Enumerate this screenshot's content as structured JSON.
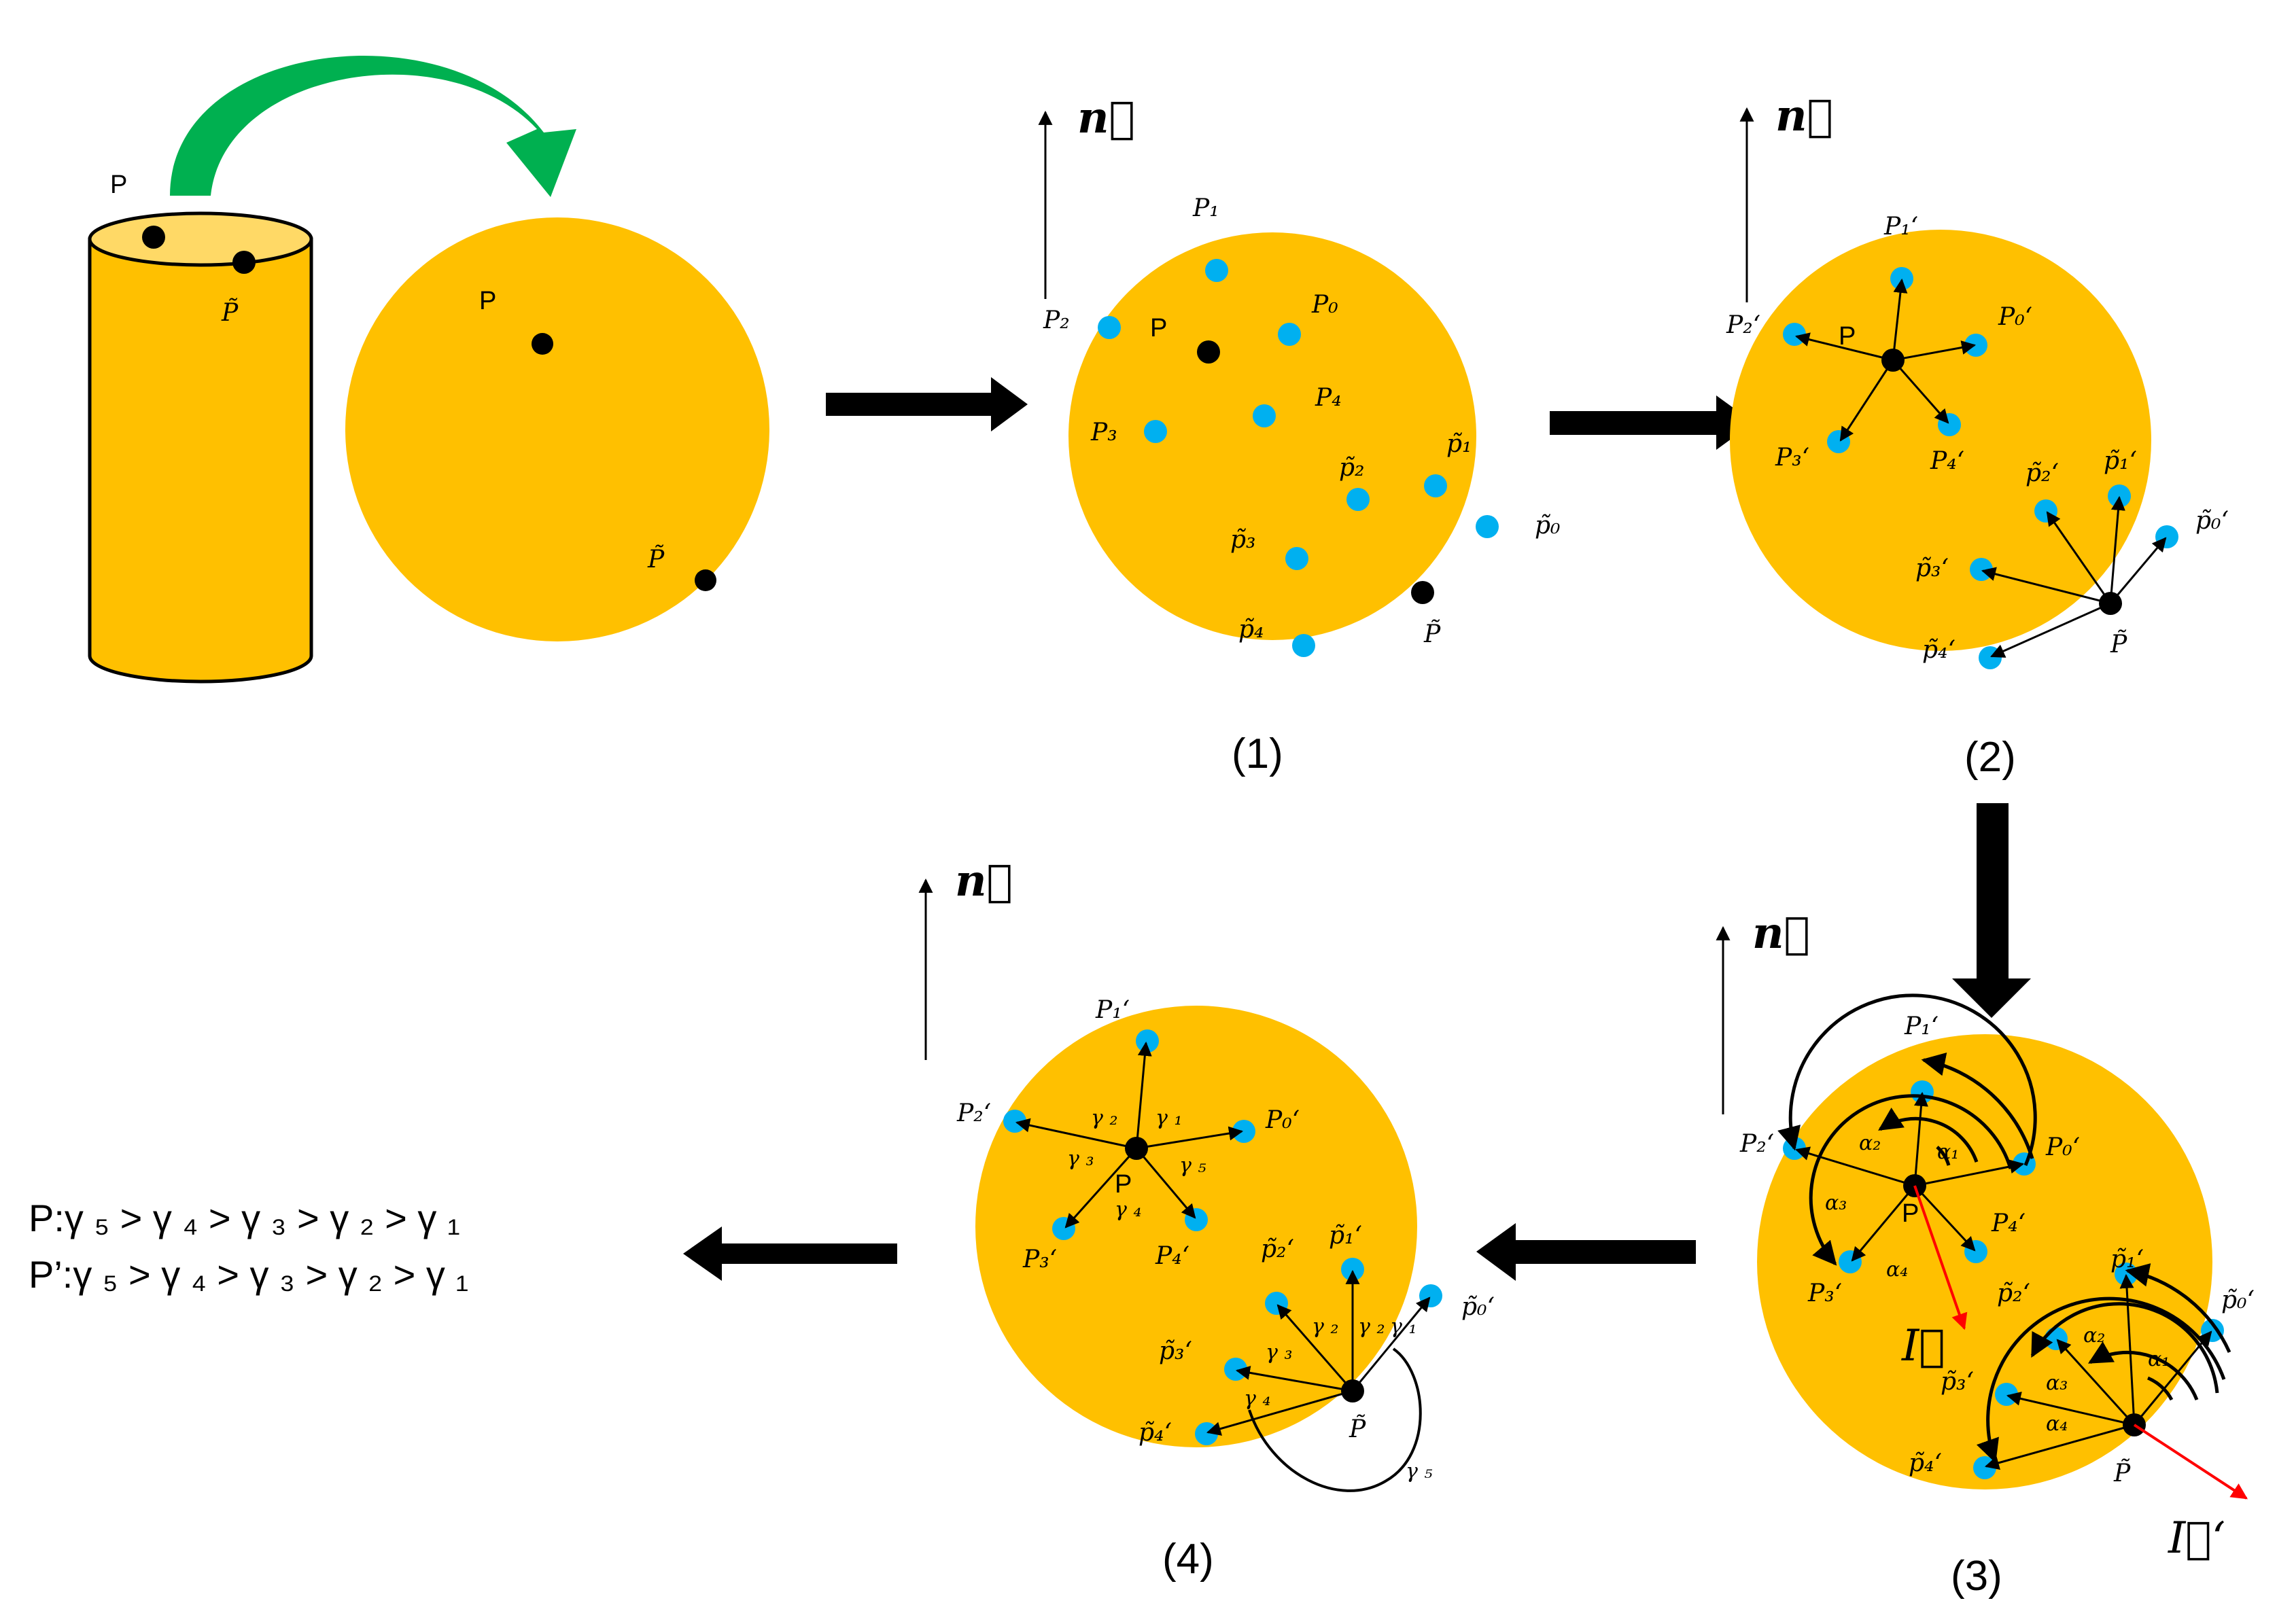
{
  "colors": {
    "disk": "#FFC000",
    "feature_point": "#00B0F0",
    "keypoint": "#000000",
    "curved_arrow": "#00B050",
    "vector_I": "#FF0000"
  },
  "cylinder": {
    "p_label": "P",
    "pt_label": "P̃"
  },
  "flat_disk": {
    "p_label": "P",
    "pt_label": "P̃"
  },
  "normal_label": "n⃗",
  "panel1": {
    "caption": "(1)",
    "p_label": "P",
    "pt_label": "P̃",
    "labels": {
      "p0": "P₀",
      "p1": "P₁",
      "p2": "P₂",
      "p3": "P₃",
      "p4": "P₄",
      "q0": "p̃₀",
      "q1": "p̃₁",
      "q2": "p̃₂",
      "q3": "p̃₃",
      "q4": "p̃₄"
    }
  },
  "panel2": {
    "caption": "(2)",
    "p_label": "P",
    "pt_label": "P̃",
    "labels": {
      "p0": "P₀‘",
      "p1": "P₁‘",
      "p2": "P₂‘",
      "p3": "P₃‘",
      "p4": "P₄‘",
      "q0": "p̃₀‘",
      "q1": "p̃₁‘",
      "q2": "p̃₂‘",
      "q3": "p̃₃‘",
      "q4": "p̃₄‘"
    }
  },
  "panel3": {
    "caption": "(3)",
    "p_label": "P",
    "pt_label": "P̃",
    "vector_I": "I⃗",
    "vector_I2": "I⃗‘",
    "labels": {
      "p0": "P₀‘",
      "p1": "P₁‘",
      "p2": "P₂‘",
      "p3": "P₃‘",
      "p4": "P₄‘",
      "q0": "p̃₀‘",
      "q1": "p̃₁‘",
      "q2": "p̃₂‘",
      "q3": "p̃₃‘",
      "q4": "p̃₄‘"
    },
    "alphas": {
      "a1": "α₁",
      "a2": "α₂",
      "a3": "α₃",
      "a4": "α₄"
    }
  },
  "panel4": {
    "caption": "(4)",
    "p_label": "P",
    "pt_label": "P̃",
    "labels": {
      "p0": "P₀‘",
      "p1": "P₁‘",
      "p2": "P₂‘",
      "p3": "P₃‘",
      "p4": "P₄‘",
      "q0": "p̃₀‘",
      "q1": "p̃₁‘",
      "q2": "p̃₂‘",
      "q3": "p̃₃‘",
      "q4": "p̃₄‘"
    },
    "gammas": {
      "g1": "γ ₁",
      "g2": "γ ₂",
      "g3": "γ ₃",
      "g4": "γ ₄",
      "g5": "γ ₅"
    }
  },
  "relations": {
    "line1": "P:γ ₅ > γ ₄ > γ ₃ > γ ₂ > γ ₁",
    "line2": "P’:γ ₅ > γ ₄ > γ ₃ > γ ₂ > γ ₁"
  }
}
